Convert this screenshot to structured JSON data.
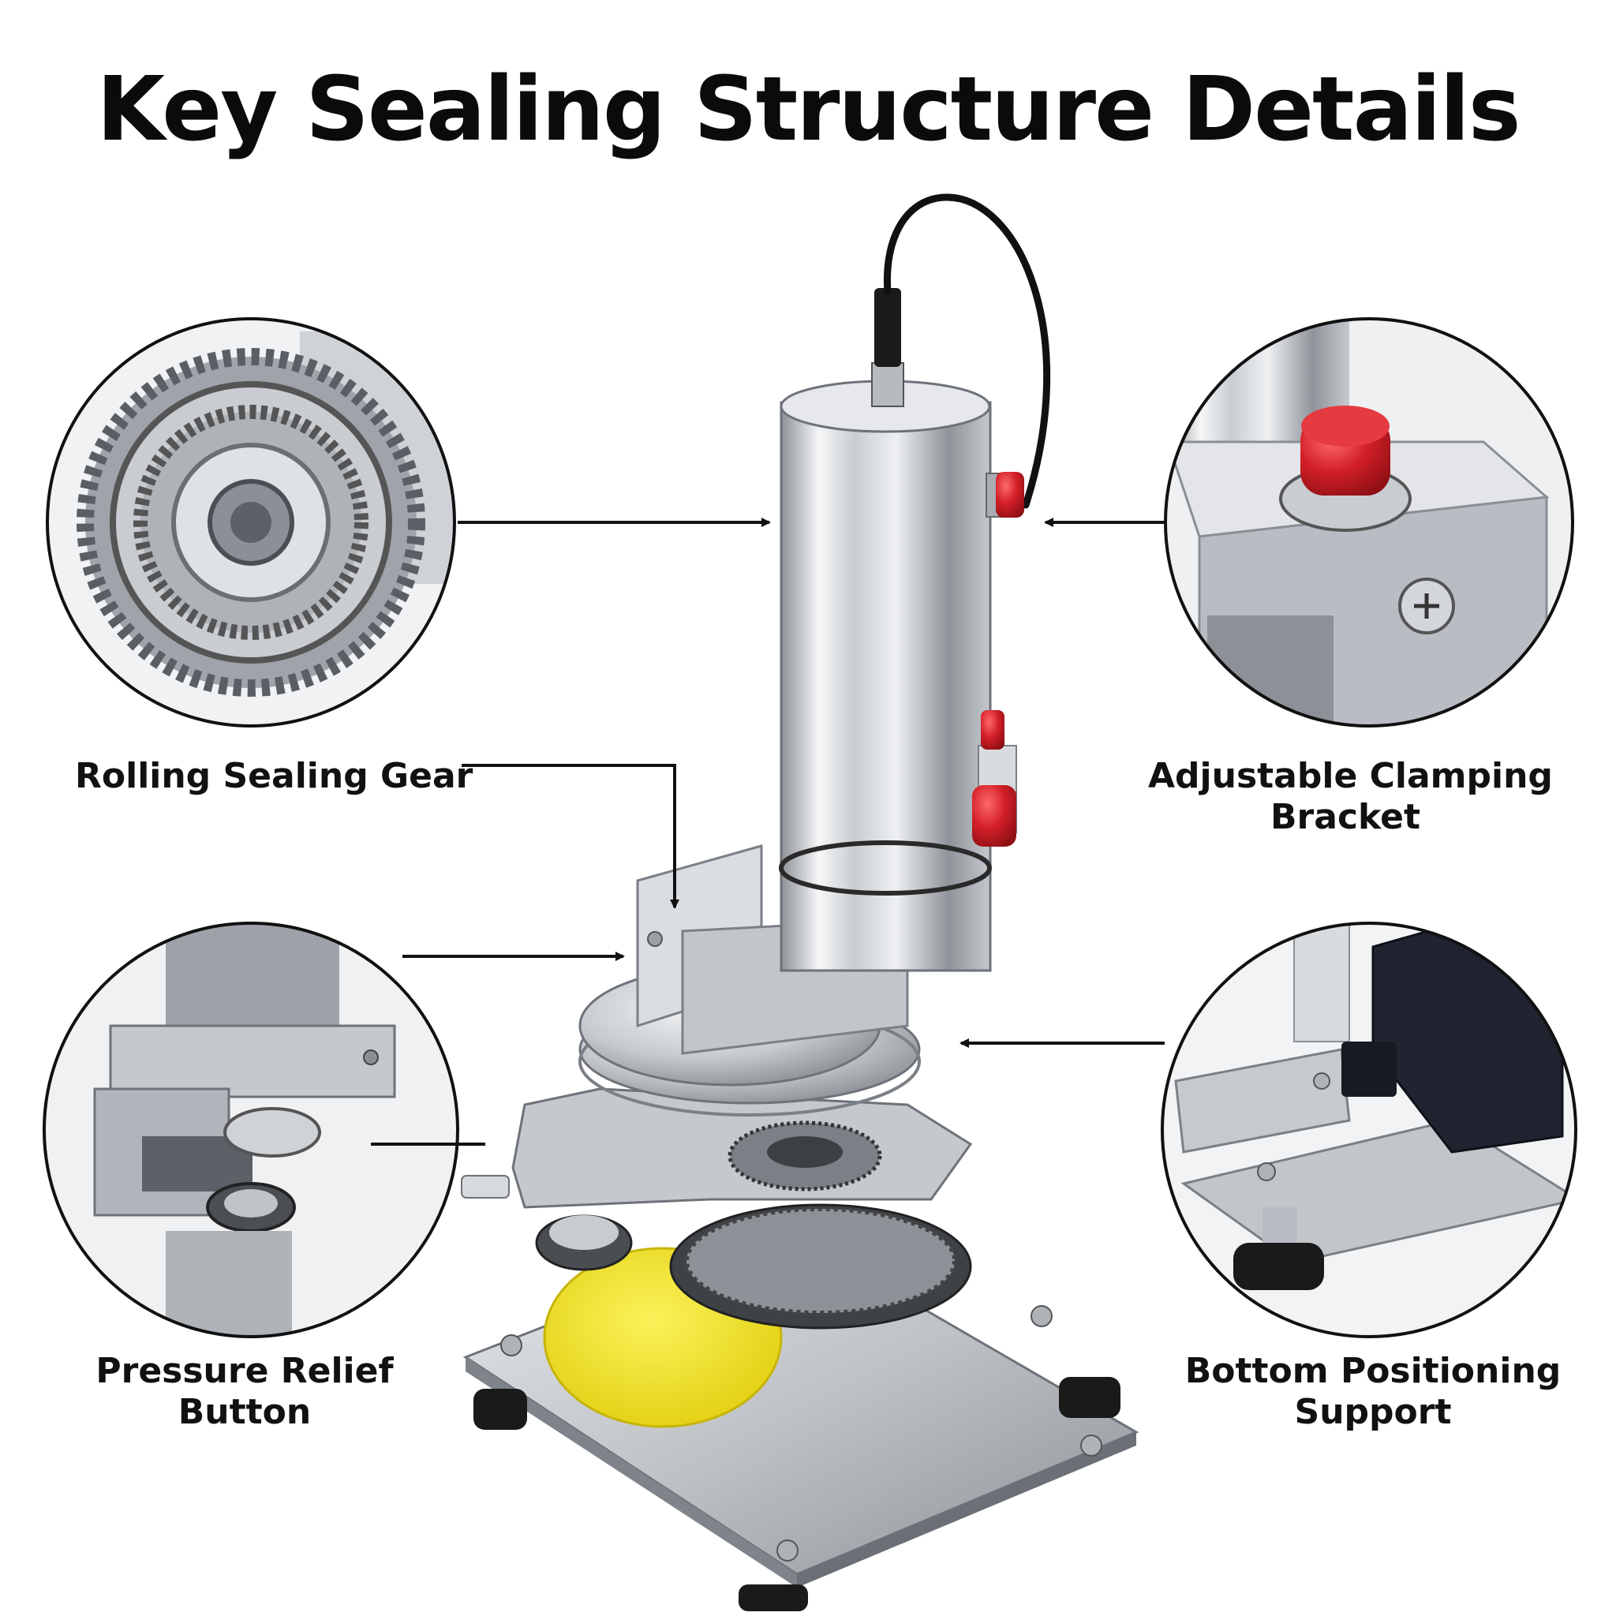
{
  "title": "Key Sealing Structure Details",
  "callouts": {
    "rolling_sealing_gear": {
      "line1": "Rolling Sealing Gear"
    },
    "adjustable_clamping_bracket": {
      "line1": "Adjustable Clamping",
      "line2": "Bracket"
    },
    "pressure_relief_button": {
      "line1": "Pressure Relief",
      "line2": "Button"
    },
    "bottom_positioning_support": {
      "line1": "Bottom Positioning",
      "line2": "Support"
    }
  },
  "colors": {
    "steel_light": "#f2f3f5",
    "steel_mid": "#b9bdc3",
    "steel_dark": "#6e7379",
    "button_red": "#d0202a",
    "base_yellow": "#f3e21a",
    "foot_black": "#1a1a1a",
    "line_black": "#111111"
  }
}
